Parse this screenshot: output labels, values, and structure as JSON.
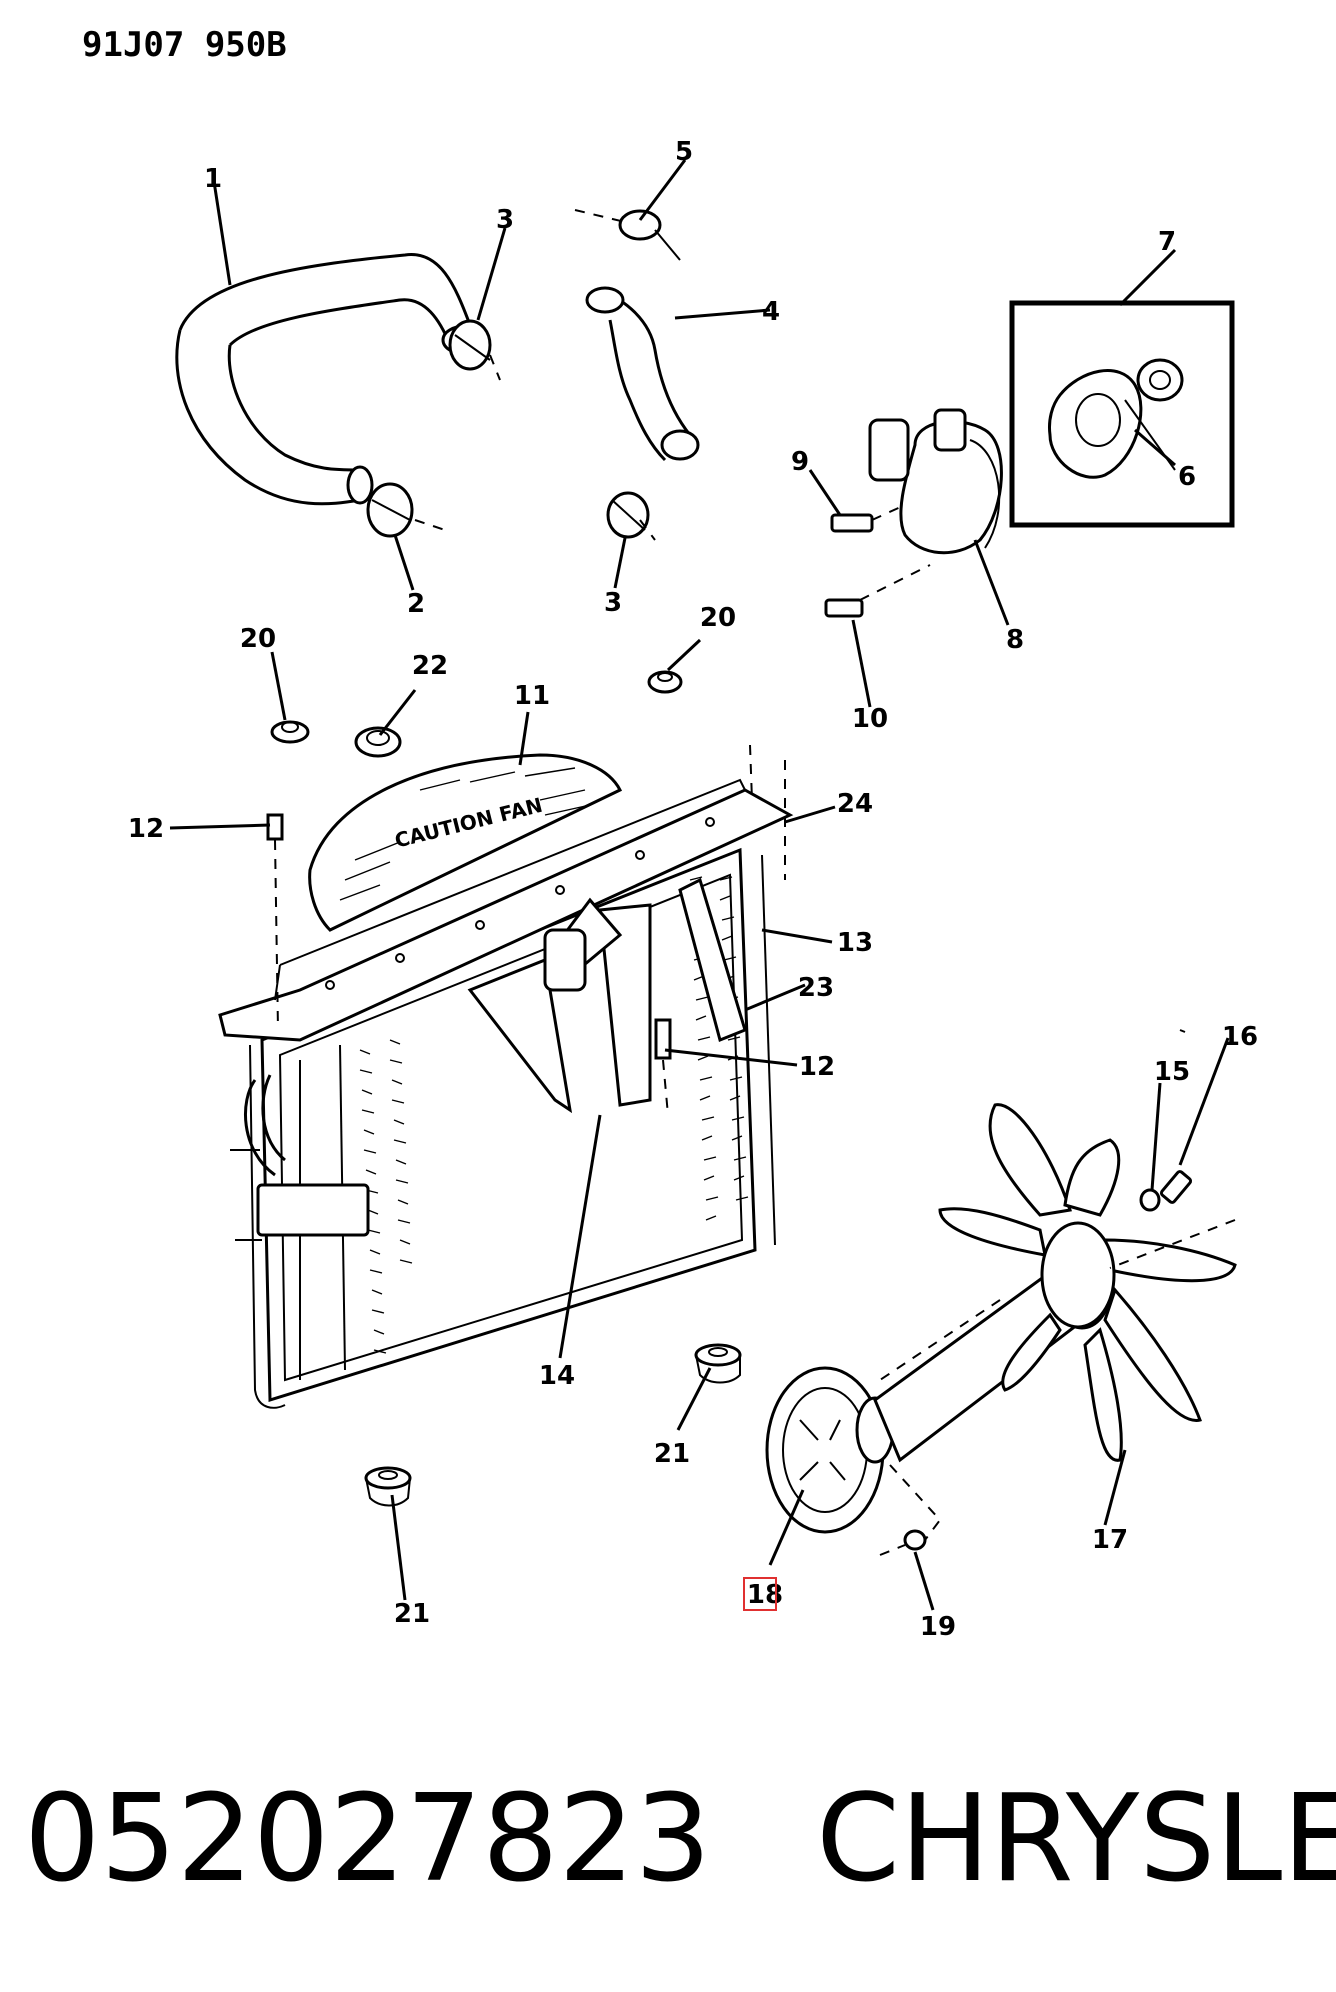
{
  "drawing_code": "91J07 950B",
  "footer": {
    "part_number": "052027823",
    "brand": "CHRYSLER"
  },
  "callouts": [
    "1",
    "2",
    "3",
    "3",
    "4",
    "5",
    "6",
    "7",
    "8",
    "9",
    "10",
    "11",
    "12",
    "12",
    "13",
    "14",
    "15",
    "16",
    "17",
    "18",
    "19",
    "20",
    "20",
    "21",
    "21",
    "22",
    "23",
    "24"
  ],
  "shroud_text": "CAUTION FAN",
  "highlight_color": "#e03030"
}
